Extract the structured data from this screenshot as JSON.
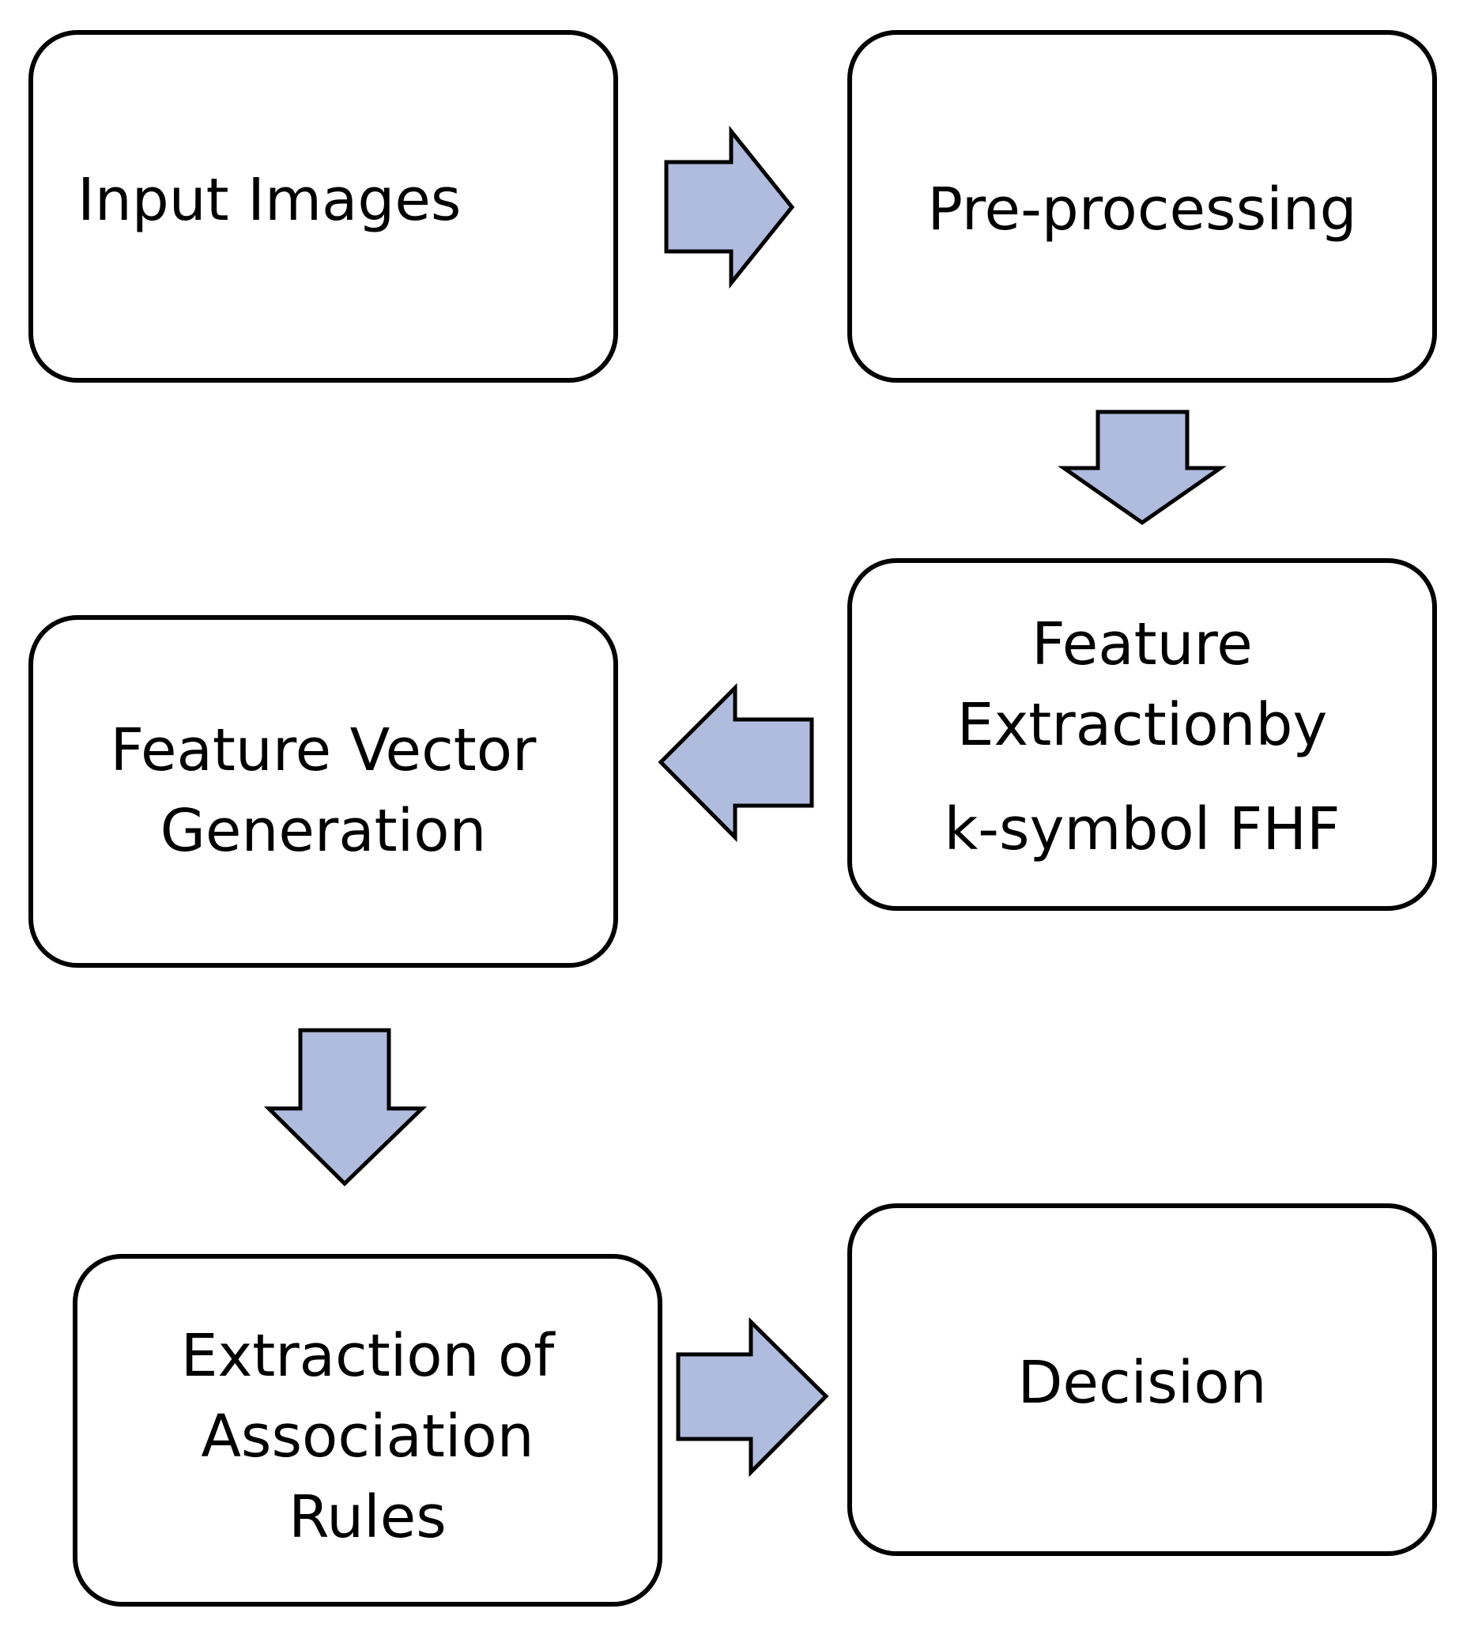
{
  "nodes": {
    "input_images": "Input Images",
    "preprocessing": "Pre-processing",
    "feature_extraction": [
      "Feature",
      "Extractionby",
      "k-symbol FHF"
    ],
    "feature_vector": [
      "Feature Vector",
      "Generation"
    ],
    "association_rules": [
      "Extraction of",
      "Association",
      "Rules"
    ],
    "decision": "Decision"
  },
  "colors": {
    "arrow_fill": "#b0bcde",
    "stroke": "#000000",
    "background": "#ffffff"
  }
}
